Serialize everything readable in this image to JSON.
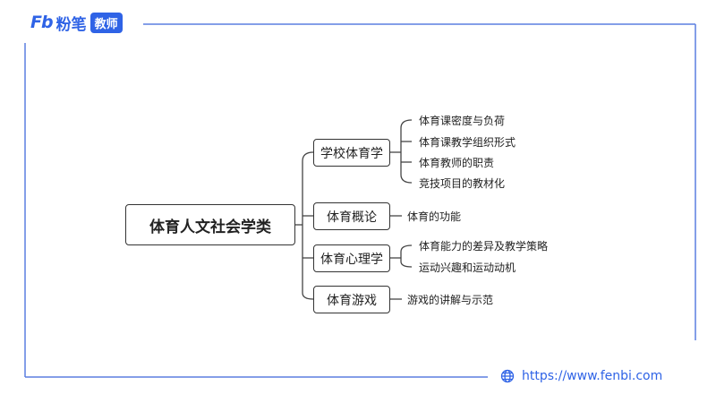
{
  "brand": {
    "mark": "Fb",
    "name": "粉笔",
    "tag": "教师"
  },
  "mindmap": {
    "root": "体育人文社会学类",
    "branches": [
      {
        "label": "学校体育学",
        "leaves": [
          "体育课密度与负荷",
          "体育课教学组织形式",
          "体育教师的职责",
          "竞技项目的教材化"
        ]
      },
      {
        "label": "体育概论",
        "leaves": [
          "体育的功能"
        ]
      },
      {
        "label": "体育心理学",
        "leaves": [
          "体育能力的差异及教学策略",
          "运动兴趣和运动动机"
        ]
      },
      {
        "label": "体育游戏",
        "leaves": [
          "游戏的讲解与示范"
        ]
      }
    ]
  },
  "footer": {
    "icon": "globe-icon",
    "url": "https://www.fenbi.com"
  },
  "colors": {
    "accent": "#2f63e6",
    "border": "#333333"
  }
}
